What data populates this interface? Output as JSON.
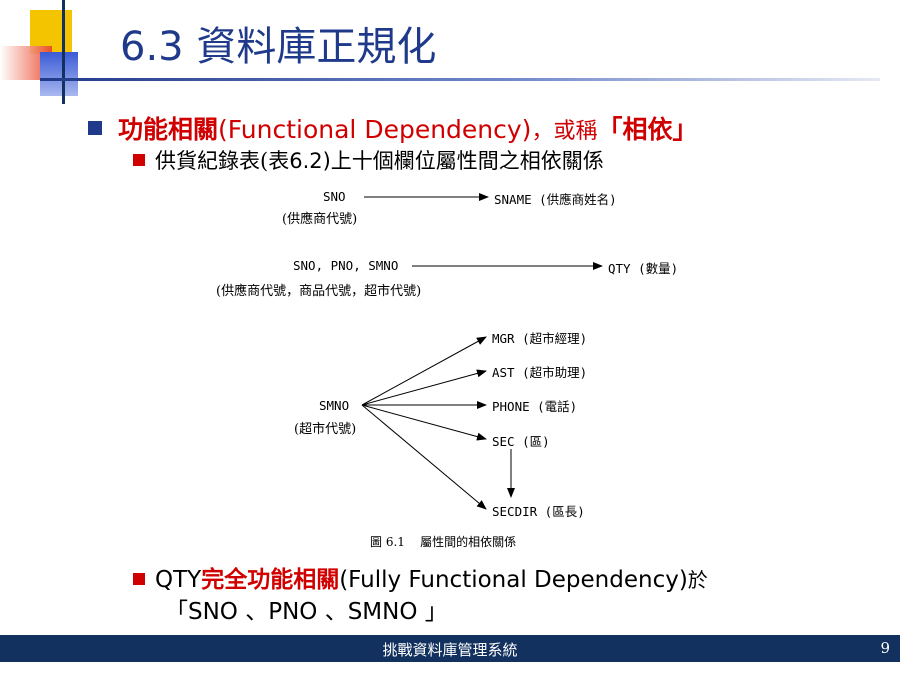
{
  "title": "6.3 資料庫正規化",
  "bullet1": {
    "term": "功能相關",
    "english": "(Functional Dependency)",
    "separator": "，",
    "also_called": "或稱",
    "alias": "「相依」"
  },
  "bullet2": {
    "text_before": "供貨紀錄表(表",
    "table_ref": "6.2)",
    "text_after": "上十個欄位屬性間之相依關係"
  },
  "figure": {
    "row1": {
      "source": "SNO",
      "source_note": "(供應商代號)",
      "target": "SNAME (供應商姓名)"
    },
    "row2": {
      "source": "SNO, PNO, SMNO",
      "source_note": "(供應商代號，商品代號，超市代號)",
      "target": "QTY (數量)"
    },
    "row3": {
      "source": "SMNO",
      "source_note": "(超市代號)",
      "targets": [
        "MGR (超市經理)",
        "AST (超市助理)",
        "PHONE (電話)",
        "SEC (區)",
        "SECDIR (區長)"
      ]
    },
    "caption": "圖 6.1    屬性間的相依關係"
  },
  "bullet3": {
    "prefix": "QTY",
    "term": "完全功能相關",
    "english": "(Fully Functional Dependency)",
    "suffix": "於",
    "keys": "「SNO 、PNO 、SMNO 」"
  },
  "footer": {
    "text": "挑戰資料庫管理系統",
    "page_number": "9"
  },
  "colors": {
    "title_blue": "#1f3a8a",
    "accent_red": "#d10000",
    "footer_navy": "#12315e",
    "deco_yellow": "#f5c400",
    "deco_red": "#e8452a"
  }
}
